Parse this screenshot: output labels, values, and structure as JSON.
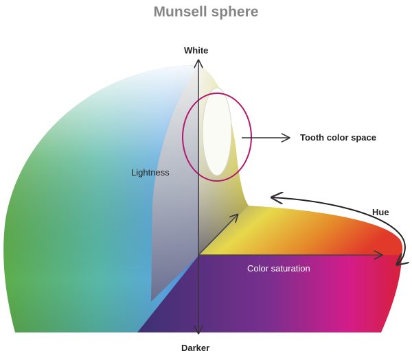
{
  "title": "Munsell sphere",
  "labels": {
    "top": "White",
    "bottom": "Darker",
    "lightness": "Lightness",
    "tooth": "Tooth color space",
    "hue": "Hue",
    "saturation": "Color saturation"
  },
  "colors": {
    "ring": "#b0196e",
    "arrow": "#333333",
    "title": "#858585"
  }
}
